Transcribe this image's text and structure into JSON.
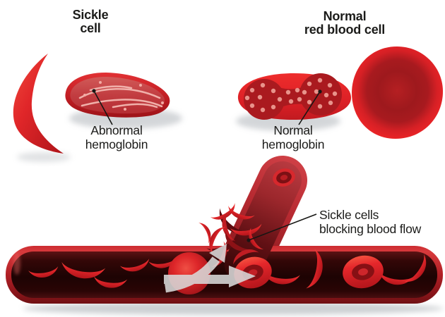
{
  "illustration": {
    "left_panel": {
      "title": {
        "line1": "Sickle",
        "line2": "cell"
      },
      "callout": {
        "line1": "Abnormal",
        "line2": "hemoglobin"
      }
    },
    "right_panel": {
      "title": {
        "line1": "Normal",
        "line2": "red blood cell"
      },
      "callout": {
        "line1": "Normal",
        "line2": "hemoglobin"
      }
    },
    "vessel_panel": {
      "callout": {
        "line1": "Sickle cells",
        "line2": "blocking blood flow"
      }
    },
    "colors": {
      "cell_red": "#e02025",
      "dark_red": "#8c1216",
      "vessel_interior": "#1d0303",
      "arrow_gray": "#d9d9d9",
      "text": "#1b1b19",
      "background": "#ffffff"
    }
  }
}
